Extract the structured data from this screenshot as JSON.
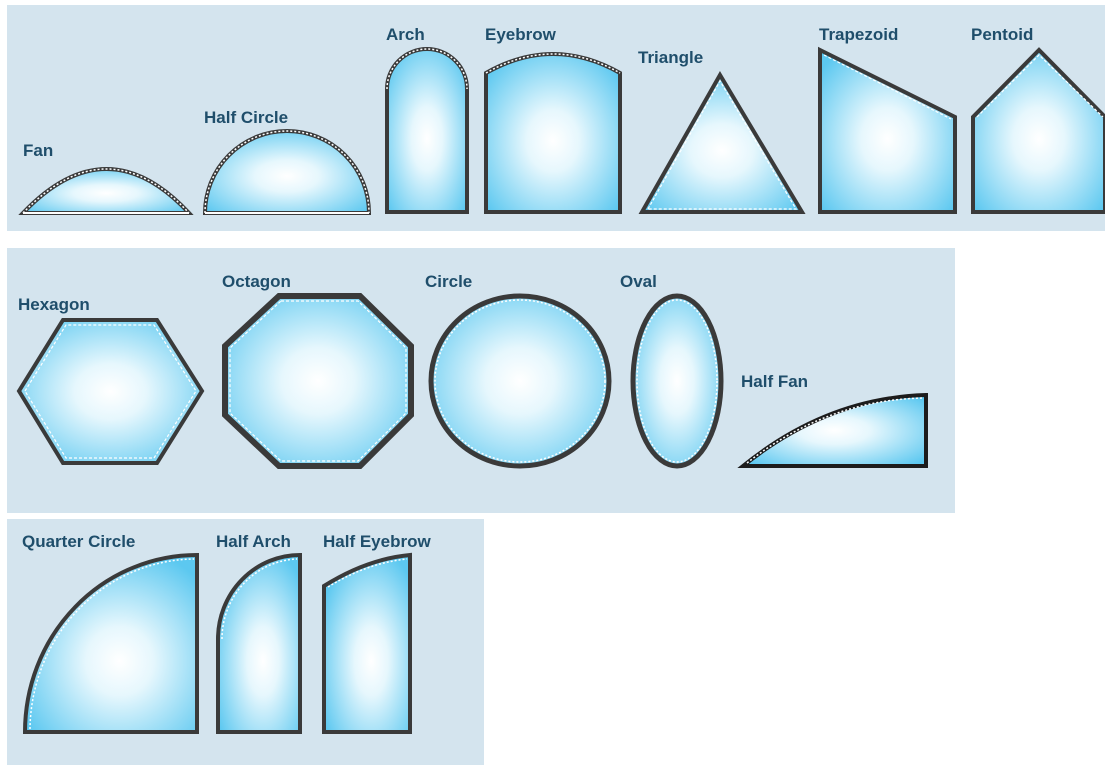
{
  "row1": {
    "fan": "Fan",
    "half_circle": "Half Circle",
    "arch": "Arch",
    "eyebrow": "Eyebrow",
    "triangle": "Triangle",
    "trapezoid": "Trapezoid",
    "pentoid": "Pentoid"
  },
  "row2": {
    "hexagon": "Hexagon",
    "octagon": "Octagon",
    "circle": "Circle",
    "oval": "Oval",
    "half_fan": "Half Fan"
  },
  "row3": {
    "quarter_circle": "Quarter Circle",
    "half_arch": "Half Arch",
    "half_eyebrow": "Half Eyebrow"
  },
  "colors": {
    "panel_background": "#d4e4ee",
    "label_text": "#1f4e6b",
    "glass_center": "#ffffff",
    "glass_edge": "#5cc8f0",
    "frame": "#3a3a3a"
  }
}
